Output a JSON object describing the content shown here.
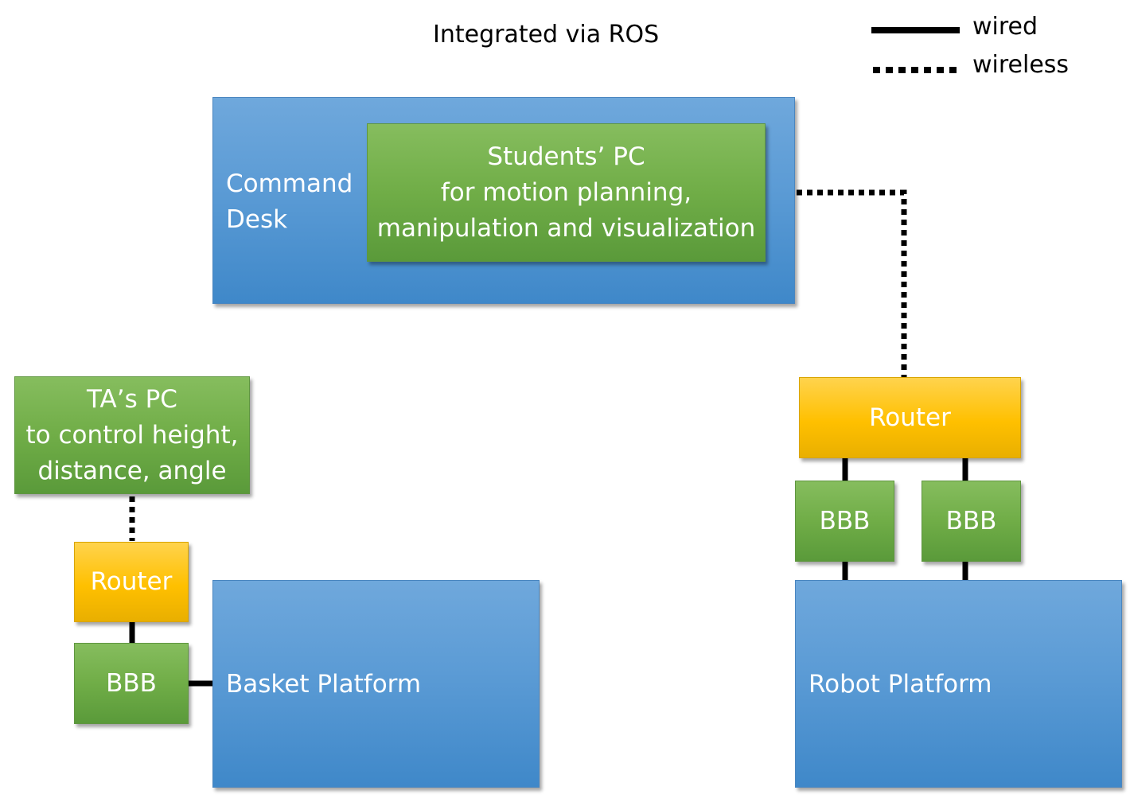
{
  "title": "Integrated via ROS",
  "legend": {
    "wired": "wired",
    "wireless": "wireless"
  },
  "command_desk": {
    "label": "Command\nDesk"
  },
  "students_pc": {
    "label": "Students’ PC\nfor motion planning,\nmanipulation and visualization"
  },
  "ta_pc": {
    "label": "TA’s PC\nto control height,\ndistance, angle"
  },
  "left_router": {
    "label": "Router"
  },
  "left_bbb": {
    "label": "BBB"
  },
  "basket_platform": {
    "label": "Basket Platform"
  },
  "right_router": {
    "label": "Router"
  },
  "right_bbb_1": {
    "label": "BBB"
  },
  "right_bbb_2": {
    "label": "BBB"
  },
  "robot_platform": {
    "label": "Robot Platform"
  },
  "colors": {
    "blue": "#5b9bd5",
    "green": "#70ad47",
    "yellow": "#ffc000",
    "line": "#000000"
  }
}
